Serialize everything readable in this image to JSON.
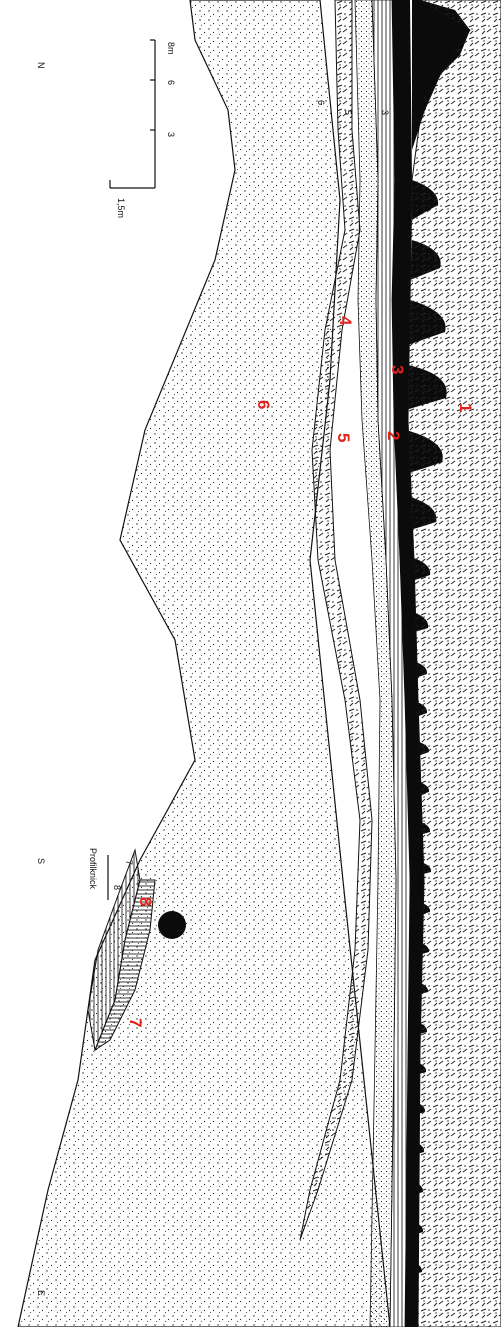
{
  "orientation": {
    "north": "N",
    "south": "S",
    "east": "E"
  },
  "scale_bar": {
    "vertical_label": "1,5m",
    "ticks": [
      "3",
      "6",
      "8m"
    ]
  },
  "profile_label": "Profilknick",
  "layer_labels_black": [
    "3",
    "5",
    "6",
    "7",
    "8"
  ],
  "layer_labels_red": [
    "1",
    "2",
    "3",
    "4",
    "5",
    "6",
    "7",
    "8"
  ],
  "colors": {
    "ink": "#111111",
    "marker_red": "#e3221b",
    "background": "#ffffff"
  }
}
